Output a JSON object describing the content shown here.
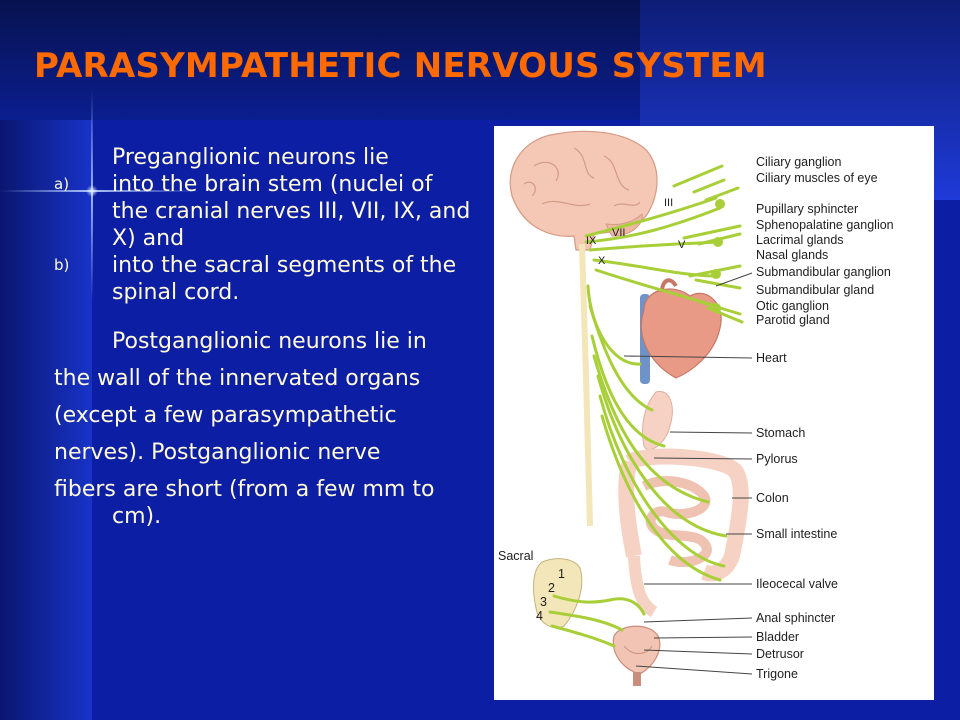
{
  "slide": {
    "title": "PARASYMPATHETIC NERVOUS SYSTEM",
    "pre_heading": "Preganglionic neurons lie",
    "items": [
      {
        "marker": "a)",
        "text": "into the brain stem (nuclei of the cranial nerves III, VII, IX, and X) and"
      },
      {
        "marker": "b)",
        "text": "into the sacral segments of the spinal cord."
      }
    ],
    "post_heading": "Postganglionic neurons lie in",
    "paragraphs": [
      "the wall of the innervated organs",
      "(except a few parasympathetic",
      "nerves). Postganglionic nerve",
      "fibers are short (from a few mm to cm)."
    ]
  },
  "figure": {
    "nerve_labels": [
      "III",
      "VII",
      "IX",
      "V",
      "X"
    ],
    "labels": [
      "Ciliary ganglion",
      "Ciliary muscles of eye",
      "Pupillary sphincter",
      "Sphenopalatine ganglion",
      "Lacrimal glands",
      "Nasal glands",
      "Submandibular ganglion",
      "Submandibular gland",
      "Otic ganglion",
      "Parotid gland",
      "Heart",
      "Stomach",
      "Pylorus",
      "Colon",
      "Small intestine",
      "Ileocecal valve",
      "Anal sphincter",
      "Bladder",
      "Detrusor",
      "Trigone"
    ],
    "sacral_label": "Sacral",
    "sacral_segments": [
      "1",
      "2",
      "3",
      "4"
    ],
    "colors": {
      "nerve": "#a8cf38",
      "brain": "#f4c8b4",
      "heart": "#e89a86",
      "gut": "#f6d2c4",
      "spine": "#f3e6b8"
    }
  }
}
